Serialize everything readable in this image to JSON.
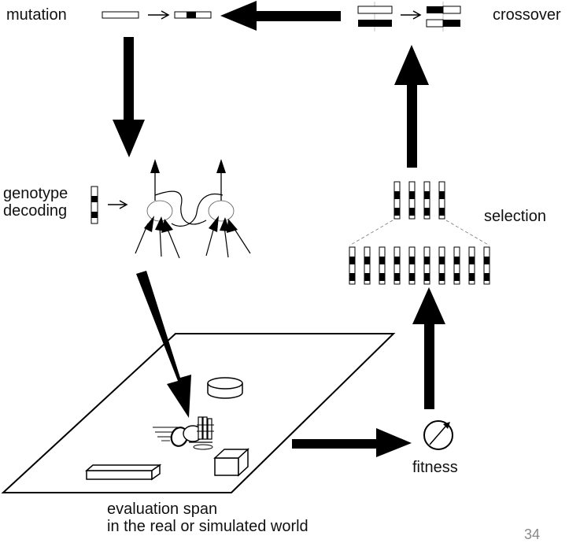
{
  "labels": {
    "mutation": "mutation",
    "crossover": "crossover",
    "genotype_line1": "genotype",
    "genotype_line2": "decoding",
    "selection": "selection",
    "fitness": "fitness",
    "evaluation_line1": "evaluation span",
    "evaluation_line2": "in the real or simulated world",
    "page_number": "34"
  },
  "icons": {
    "cycle_arrow": "thick-black-arrow",
    "step_arrow": "thin-open-arrow",
    "fitness_meter": "gauge-icon",
    "robot": "robot-icon",
    "neurons": "neural-network-icon"
  },
  "colors": {
    "ink": "#000000",
    "paper": "#ffffff",
    "page_number": "#888888"
  }
}
